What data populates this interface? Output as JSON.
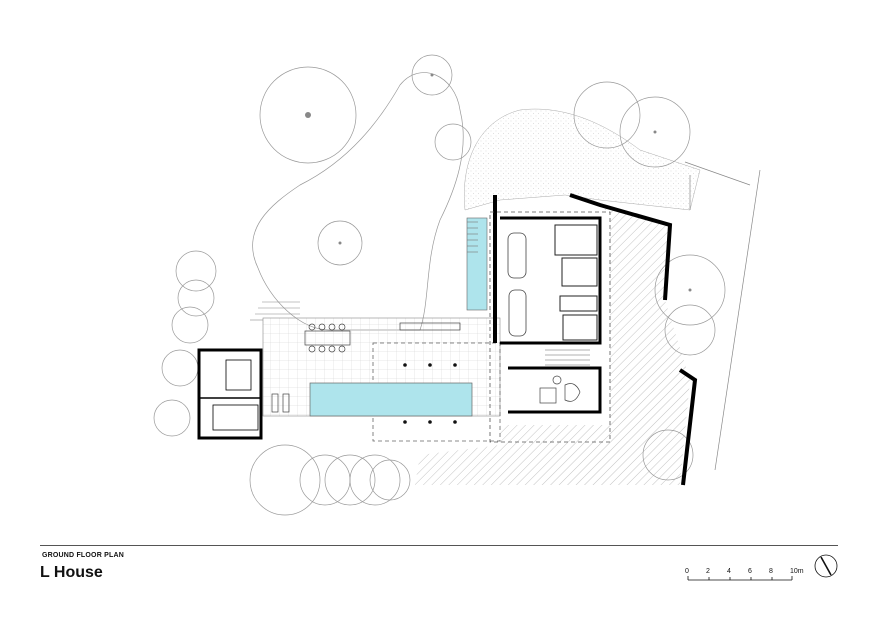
{
  "drawing": {
    "subtitle": "GROUND FLOOR PLAN",
    "title": "L House"
  },
  "scale_bar": {
    "ticks": [
      "0",
      "2",
      "4",
      "6",
      "8",
      "10m"
    ]
  },
  "colors": {
    "pool": "#aee4ec",
    "wall": "#000000",
    "line": "#777777",
    "hatch": "#9a9a9a"
  }
}
